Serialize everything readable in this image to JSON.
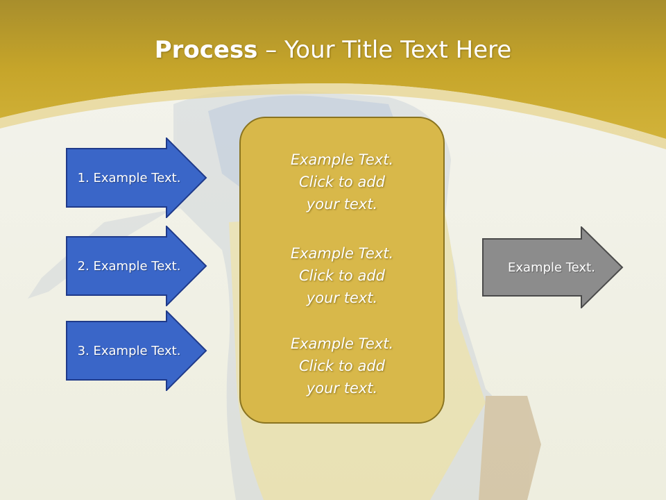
{
  "title": {
    "bold": "Process",
    "rest": " – Your Title Text Here"
  },
  "left_arrows": [
    {
      "label": "1. Example Text."
    },
    {
      "label": "2. Example Text."
    },
    {
      "label": "3. Example Text."
    }
  ],
  "center_box": {
    "blocks": [
      {
        "lines": [
          "Example Text.",
          "Click  to add",
          "your text."
        ]
      },
      {
        "lines": [
          "Example Text.",
          "Click  to add",
          "your text."
        ]
      },
      {
        "lines": [
          "Example Text.",
          "Click  to add",
          "your text."
        ]
      }
    ]
  },
  "right_arrow": {
    "label": "Example Text."
  },
  "colors": {
    "header_gold": "#c6a52a",
    "center_box": "#d8b84a",
    "left_arrow_fill": "#3a66c8",
    "left_arrow_border": "#1f3a8a",
    "right_arrow_fill": "#8c8c8c",
    "right_arrow_border": "#4a4a4a"
  }
}
